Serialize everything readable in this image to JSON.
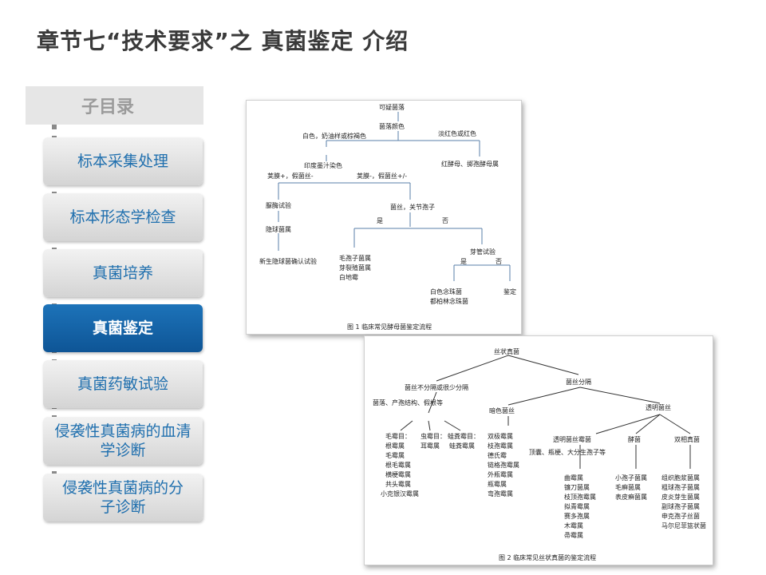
{
  "title": "章节七“技术要求”之 真菌鉴定 介绍",
  "subnav": {
    "header": "子目录",
    "items": [
      {
        "label": "标本采集处理"
      },
      {
        "label": "标本形态学检查"
      },
      {
        "label": "真菌培养"
      },
      {
        "label": "真菌鉴定"
      },
      {
        "label": "真菌药敏试验"
      },
      {
        "label": "侵袭性真菌病的血清学诊断"
      },
      {
        "label": "侵袭性真菌病的分子诊断"
      }
    ],
    "active_index": 3
  },
  "fig1": {
    "root": "可疑菌落",
    "color_q": "菌落颜色",
    "white": "白色，奶油样或棕褐色",
    "red": "淡红色或红色",
    "red_result": "红酵母、掷孢酵母属",
    "ink": "印度墨汁染色",
    "cap_pos": "荚膜+，假菌丝-",
    "cap_neg": "荚膜-，假菌丝+/-",
    "urease": "脲酶试验",
    "crypto": "隐球菌属",
    "crypto_conf": "新生隐球菌确认试验",
    "hyphae_q": "菌丝，关节孢子",
    "yes": "是",
    "no": "否",
    "trich": [
      "毛孢子菌属",
      "芽裂殖菌属",
      "白地霉"
    ],
    "germ": "芽管试验",
    "calb": [
      "白色念珠菌",
      "都柏林念珠菌"
    ],
    "ident": "鉴定",
    "caption": "图 1 临床常见酵母菌鉴定流程"
  },
  "fig2": {
    "root": "丝状真菌",
    "nonsep": "菌丝不分隔或很少分隔",
    "sep": "菌丝分隔",
    "nonsep_sub": "菌落、产孢结构、假根等",
    "dem": "暗色菌丝",
    "hyal": "透明菌丝",
    "zygo": {
      "label": "毛霉目：",
      "items": [
        "根霉属",
        "毛霉属",
        "根毛霉属",
        "横梗霉属",
        "共头霉属",
        "小克银汉霉属"
      ]
    },
    "ento": {
      "label": "虫霉目：",
      "items": [
        "耳霉属"
      ]
    },
    "basid": {
      "label": "蛙粪霉目：",
      "items": [
        "蛙粪霉属"
      ]
    },
    "dem_items": [
      "双极霉属",
      "枝孢霉属",
      "德氏霉",
      "链格孢霉属",
      "外瓶霉属",
      "瓶霉属",
      "弯孢霉属"
    ],
    "hyaline_mould": "透明菌丝霉菌",
    "hm_sub": "顶囊、瓶梗、大分生孢子等",
    "hm_items": [
      "曲霉属",
      "镰刀菌属",
      "枝顶孢霉属",
      "拟青霉属",
      "赛多孢属",
      "木霉属",
      "帚霉属"
    ],
    "yeast": "酵菌",
    "yeast_items": [
      "小孢子菌属",
      "毛癣菌属",
      "表皮癣菌属"
    ],
    "dimorph": "双相真菌",
    "dimorph_items": [
      "组织胞浆菌属",
      "粗球孢子菌属",
      "皮炎芽生菌属",
      "副球孢子菌属",
      "申克孢子丝菌",
      "马尔尼菲篮状菌"
    ],
    "caption": "图 2 临床常见丝状真菌的鉴定流程"
  }
}
